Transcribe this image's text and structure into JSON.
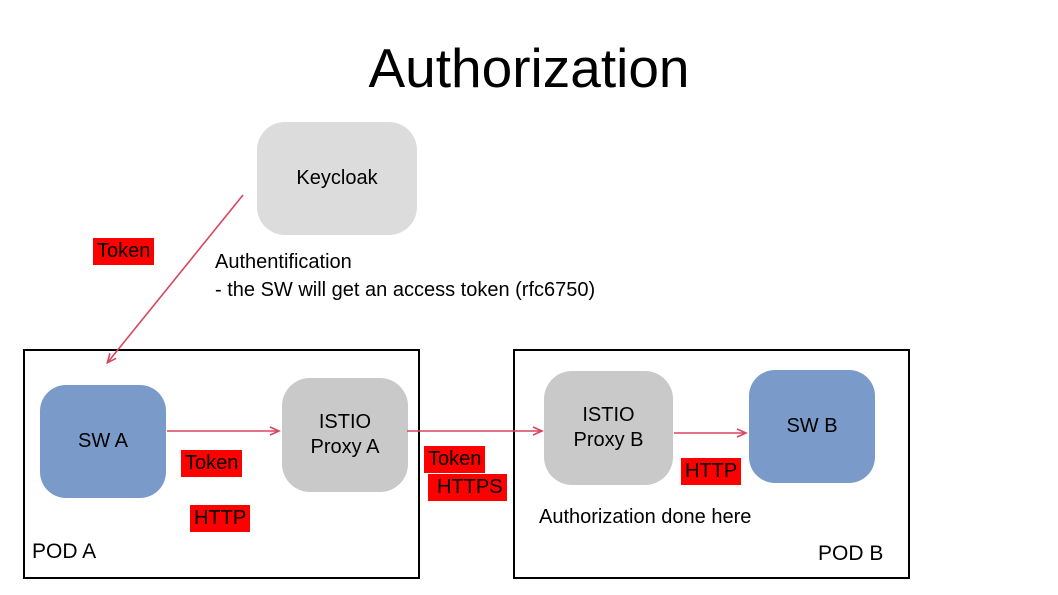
{
  "title": "Authorization",
  "keycloak": {
    "label": "Keycloak"
  },
  "note": {
    "line1": "Authentification",
    "line2": "- the SW will get an access token (rfc6750)"
  },
  "flow_labels": {
    "token_keycloak": "Token",
    "token_pod_a": "Token",
    "http_pod_a": "HTTP",
    "token_between": "Token",
    "https_between": "HTTPS",
    "http_pod_b": "HTTP"
  },
  "pod_a": {
    "name": "POD A",
    "sw_label": "SW A",
    "proxy_label_line1": "ISTIO",
    "proxy_label_line2": "Proxy A"
  },
  "pod_b": {
    "name": "POD B",
    "sw_label": "SW B",
    "proxy_label_line1": "ISTIO",
    "proxy_label_line2": "Proxy B",
    "note": "Authorization done here"
  },
  "colors": {
    "red_label_bg": "#ff0000",
    "arrow": "#d9455f",
    "sw_box_blue": "#7a9bc9",
    "proxy_box_gray": "#c9c9c9",
    "keycloak_gray": "#dcdcdc",
    "text": "#000000"
  }
}
